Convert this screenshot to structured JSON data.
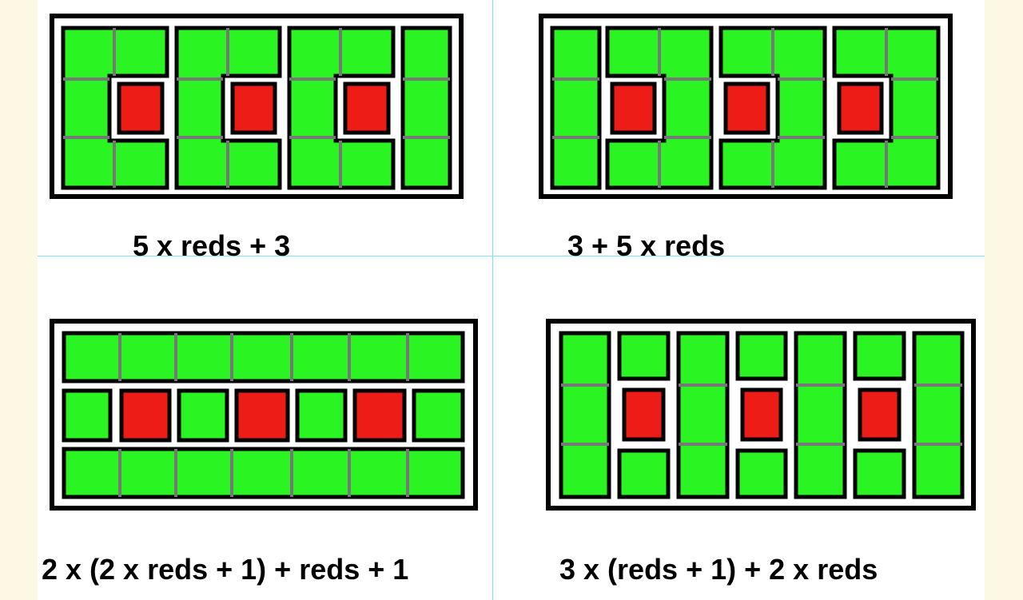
{
  "colors": {
    "green": "#2af522",
    "red": "#ee1c16",
    "grid": "#777777",
    "outline": "#000000",
    "gap": "#ffffff",
    "guide": "#7fe3ee"
  },
  "panels": [
    {
      "formula": "5 x reds + 3",
      "pattern": "C-shapes opening right around each red",
      "reds": 3,
      "green_squares": 18
    },
    {
      "formula": "3 + 5 x reds",
      "pattern": "C-shapes opening left around each red",
      "reds": 3,
      "green_squares": 18
    },
    {
      "formula": "2 x (2 x reds + 1) + reds + 1",
      "pattern": "top and bottom rows plus middle row",
      "reds": 3,
      "green_squares": 18
    },
    {
      "formula": "3 x (reds + 1) + 2 x reds",
      "pattern": "columns",
      "reds": 3,
      "green_squares": 18
    }
  ]
}
